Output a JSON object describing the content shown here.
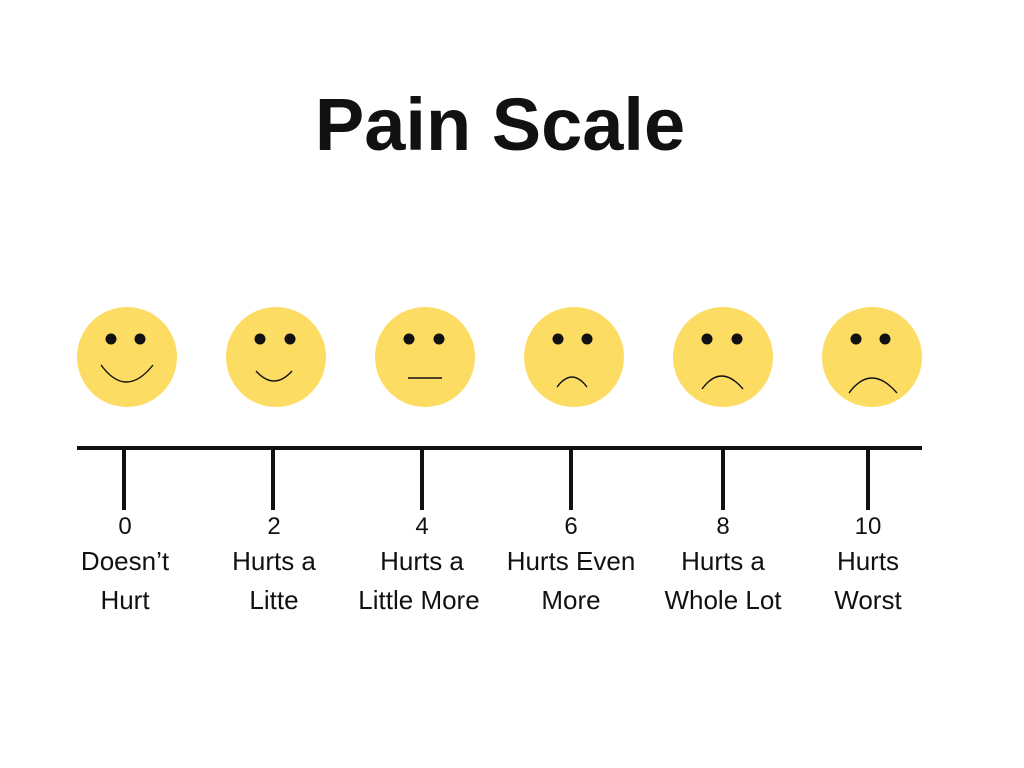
{
  "title": "Pain Scale",
  "colors": {
    "face_fill": "#FDDC64",
    "feature": "#111111",
    "axis": "#111111"
  },
  "levels": [
    {
      "value": "0",
      "label_line1": "Doesn’t",
      "label_line2": "Hurt",
      "expression": "big-smile"
    },
    {
      "value": "2",
      "label_line1": "Hurts a",
      "label_line2": "Litte",
      "expression": "small-smile"
    },
    {
      "value": "4",
      "label_line1": "Hurts a",
      "label_line2": "Little More",
      "expression": "neutral"
    },
    {
      "value": "6",
      "label_line1": "Hurts Even",
      "label_line2": "More",
      "expression": "slight-frown"
    },
    {
      "value": "8",
      "label_line1": "Hurts a",
      "label_line2": "Whole Lot",
      "expression": "frown"
    },
    {
      "value": "10",
      "label_line1": "Hurts",
      "label_line2": "Worst",
      "expression": "big-frown"
    }
  ]
}
